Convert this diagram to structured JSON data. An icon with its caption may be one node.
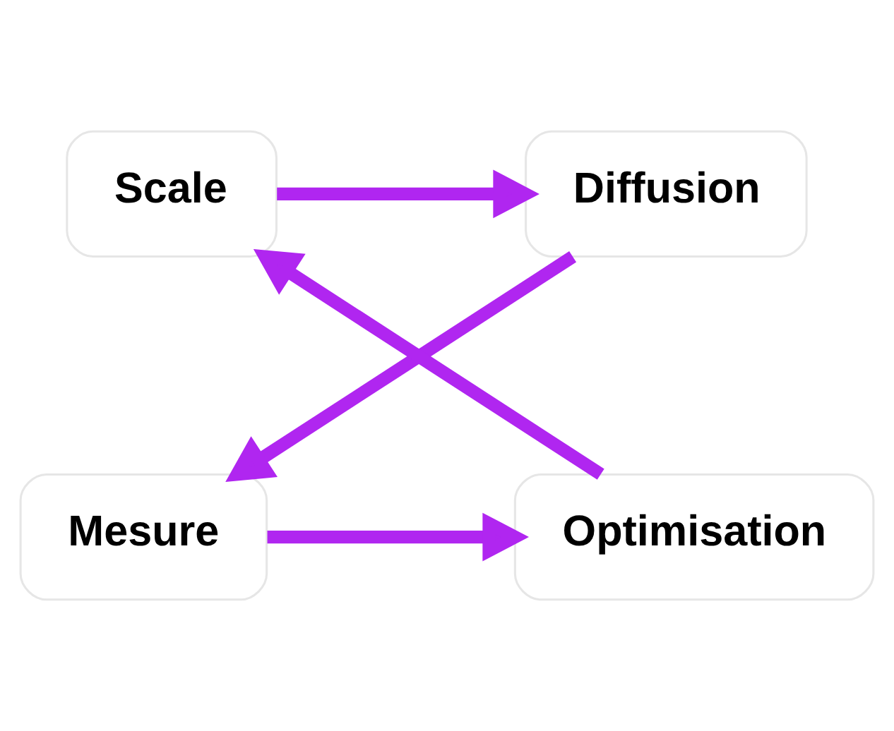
{
  "diagram": {
    "nodes": [
      {
        "text": [
          "Scale"
        ]
      },
      {
        "text": [
          "Diffusion"
        ]
      },
      {
        "text": [
          "Mesure"
        ]
      },
      {
        "text": [
          "Optimisation"
        ]
      }
    ],
    "edges": [
      {
        "from": 0,
        "to": 1,
        "arrow": "to"
      },
      {
        "from": 1,
        "to": 2,
        "arrow": "to"
      },
      {
        "from": 2,
        "to": 3,
        "arrow": "to"
      },
      {
        "from": 3,
        "to": 0,
        "arrow": "to"
      }
    ]
  }
}
